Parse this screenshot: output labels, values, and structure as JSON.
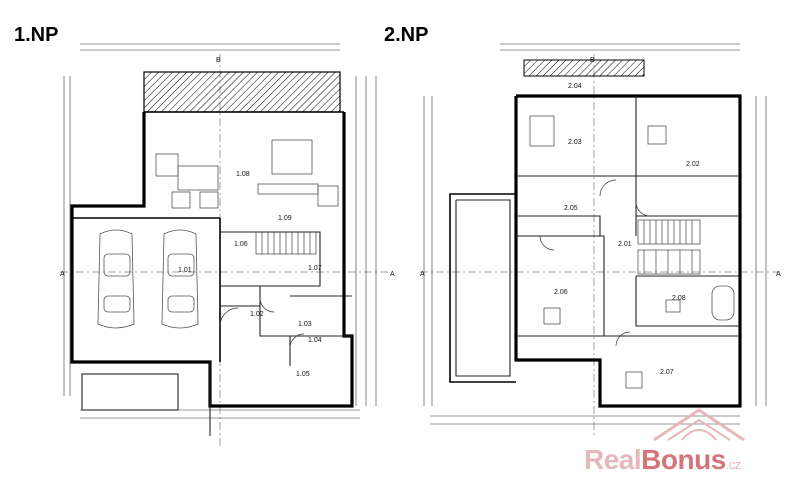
{
  "plans": {
    "ground": {
      "title": "1.NP",
      "rooms": [
        "1.01",
        "1.02",
        "1.03",
        "1.04",
        "1.05",
        "1.06",
        "1.07",
        "1.08",
        "1.09"
      ]
    },
    "upper": {
      "title": "2.NP",
      "rooms": [
        "2.01",
        "2.02",
        "2.03",
        "2.04",
        "2.05",
        "2.06",
        "2.07",
        "2.08"
      ]
    }
  },
  "grid_markers": [
    "A",
    "A",
    "B",
    "B"
  ],
  "logo": {
    "real": "Real",
    "bonus": "Bonus",
    "tld": ".cz",
    "colors": {
      "real": "#e6b8bb",
      "bonus": "#d4757c"
    }
  }
}
